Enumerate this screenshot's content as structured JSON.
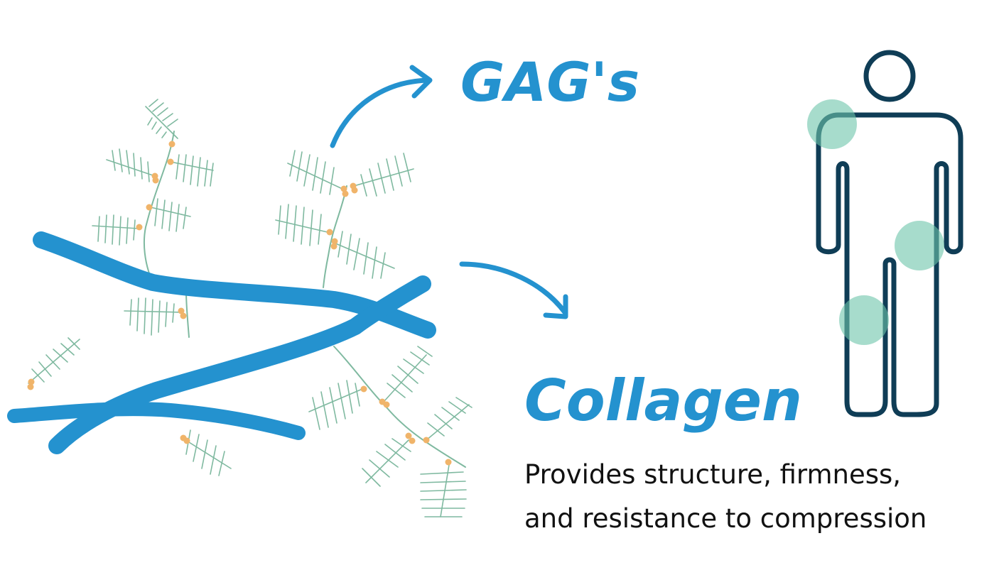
{
  "labels": {
    "gags": "GAG's",
    "collagen": "Collagen",
    "description_line1": "Provides structure, firmness,",
    "description_line2": "and resistance to compression"
  },
  "colors": {
    "collagen_blue": "#2492cf",
    "gag_green": "#7fb9a0",
    "gag_dot_orange": "#f0b46a",
    "body_outline": "#0f3d56",
    "joint_highlight": "#6cc4aa"
  }
}
